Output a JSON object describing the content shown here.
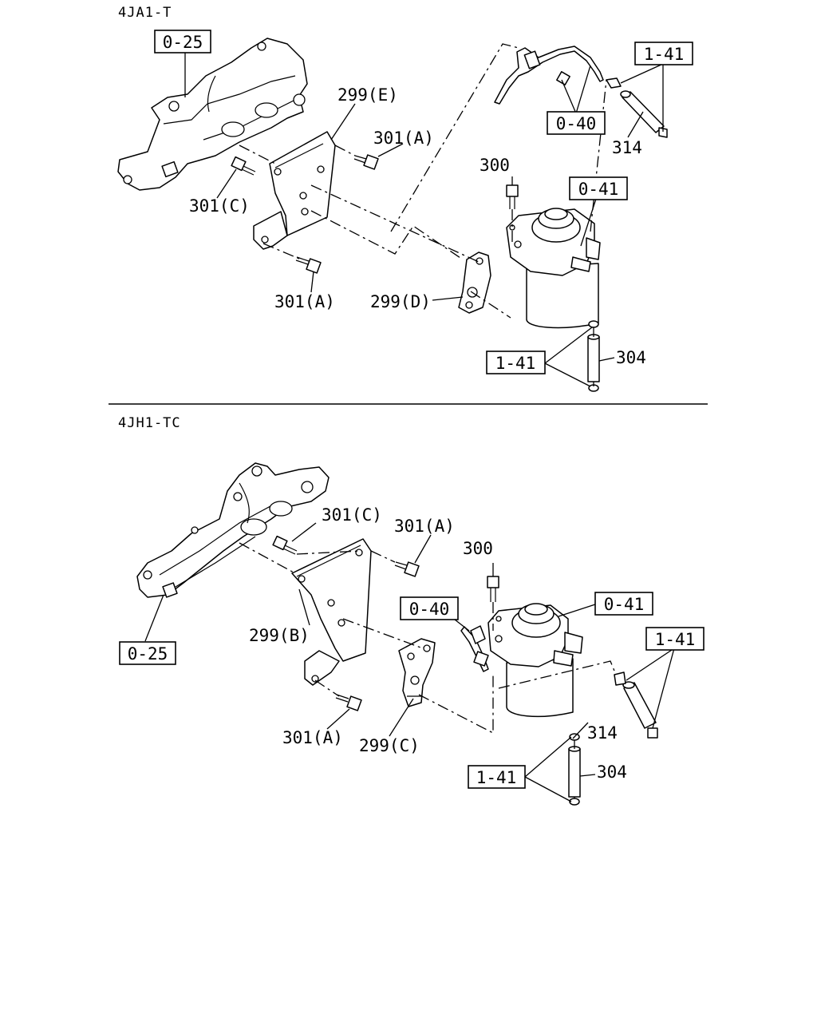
{
  "sections": [
    {
      "header": "4JA1-T",
      "callouts": {
        "manifold": "0-25",
        "bracket_e": "299(E)",
        "bolt_a_top": "301(A)",
        "bolt_c": "301(C)",
        "bolt_a_bottom": "301(A)",
        "bracket_d": "299(D)",
        "bolt_300": "300",
        "filter": "0-41",
        "pipe": "0-40",
        "hose_clip_top": "1-41",
        "hose_314": "314",
        "hose_clip_bottom": "1-41",
        "hose_304": "304"
      }
    },
    {
      "header": "4JH1-TC",
      "callouts": {
        "manifold": "0-25",
        "bolt_c": "301(C)",
        "bolt_a_top": "301(A)",
        "bracket_b": "299(B)",
        "bolt_a_bottom": "301(A)",
        "bracket_c": "299(C)",
        "bolt_300": "300",
        "pipe": "0-40",
        "filter": "0-41",
        "hose_clip_top": "1-41",
        "hose_314": "314",
        "hose_clip_bottom": "1-41",
        "hose_304": "304"
      }
    }
  ]
}
